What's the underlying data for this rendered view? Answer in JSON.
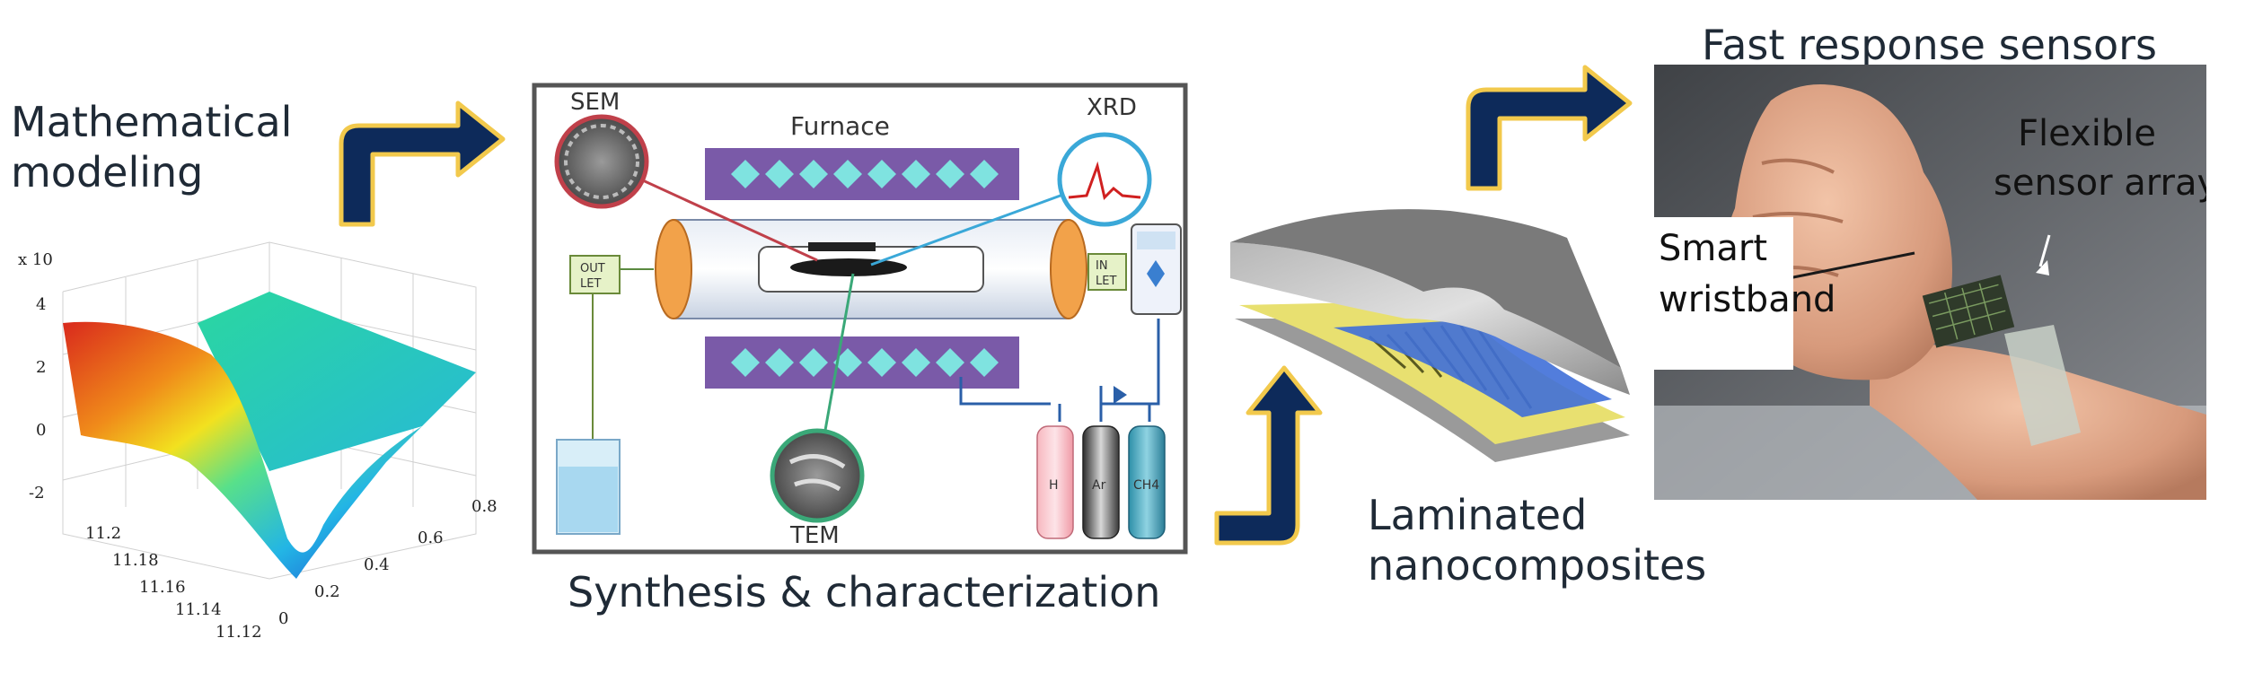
{
  "labels": {
    "math_line1": "Mathematical",
    "math_line2": "modeling",
    "synthesis": "Synthesis & characterization",
    "laminated_line1": "Laminated",
    "laminated_line2": "nanocomposites",
    "sensors_title": "Fast response sensors",
    "flexible_line1": "Flexible",
    "flexible_line2": "sensor array",
    "wristband_line1": "Smart",
    "wristband_line2": "wristband"
  },
  "setup": {
    "sem": "SEM",
    "xrd": "XRD",
    "tem": "TEM",
    "furnace": "Furnace",
    "outlet": [
      "OUT",
      "LET"
    ],
    "inlet": [
      "IN",
      "LET"
    ],
    "gases": [
      "H",
      "Ar",
      "CH4"
    ]
  },
  "plot": {
    "scale": "x 10",
    "z_ticks": [
      "4",
      "2",
      "0",
      "-2"
    ],
    "x_ticks": [
      "11.2",
      "11.18",
      "11.16",
      "11.14",
      "11.12"
    ],
    "y_ticks": [
      "0.8",
      "0.6",
      "0.4",
      "0.2",
      "0"
    ]
  },
  "colors": {
    "arrow_fill": "#0d2a5a",
    "arrow_outline": "#f2c94c",
    "furnace_band": "#7a5aa8",
    "diamond": "#7fe3e0",
    "tube": "#f2a24a"
  }
}
